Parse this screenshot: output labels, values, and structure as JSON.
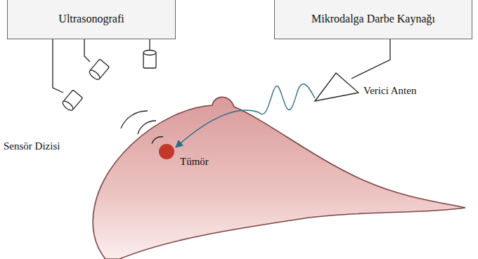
{
  "diagram": {
    "nodes": [
      {
        "text": [
          "Ultrasonografi"
        ]
      },
      {
        "text": [
          "Mikrodalga Darbe Kaynağı"
        ]
      }
    ],
    "edges": [],
    "labels": [
      "Sensör Dizisi",
      "Verici Anten",
      "Tümör"
    ]
  }
}
